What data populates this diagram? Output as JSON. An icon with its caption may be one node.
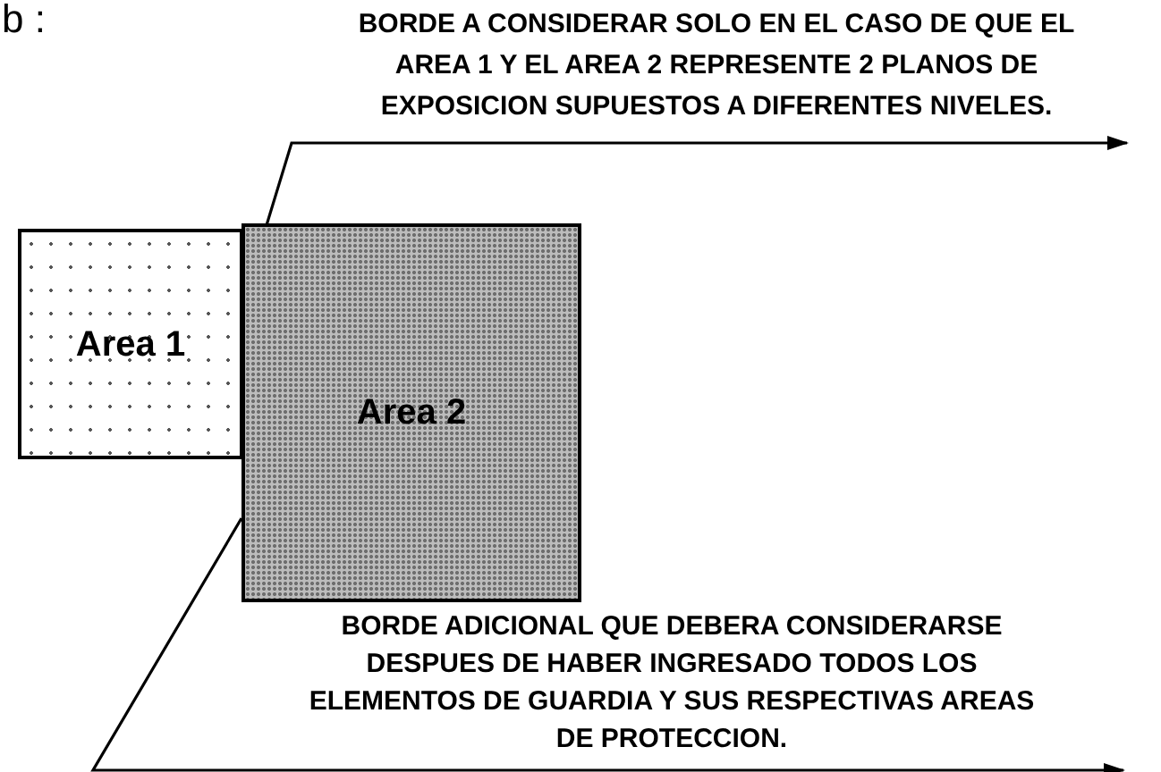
{
  "diagram": {
    "nodes": [
      {
        "text": [
          "Area 1"
        ]
      },
      {
        "text": [
          "Area 2"
        ]
      }
    ],
    "edges": [
      {
        "from": 1,
        "to": null,
        "arrow": "to",
        "label": "BORDE A CONSIDERAR SOLO EN EL CASO DE QUE EL AREA 1 Y EL AREA 2 REPRESENTE 2 PLANOS DE EXPOSICION SUPUESTOS A DIFERENTES NIVELES."
      },
      {
        "from": 1,
        "to": null,
        "arrow": "to",
        "label": "BORDE ADICIONAL QUE DEBERA CONSIDERARSE DESPUES DE HABER INGRESADO TODOS LOS ELEMENTOS DE GUARDIA Y SUS RESPECTIVAS AREAS DE PROTECCION."
      }
    ],
    "labels": [
      "b :"
    ]
  }
}
